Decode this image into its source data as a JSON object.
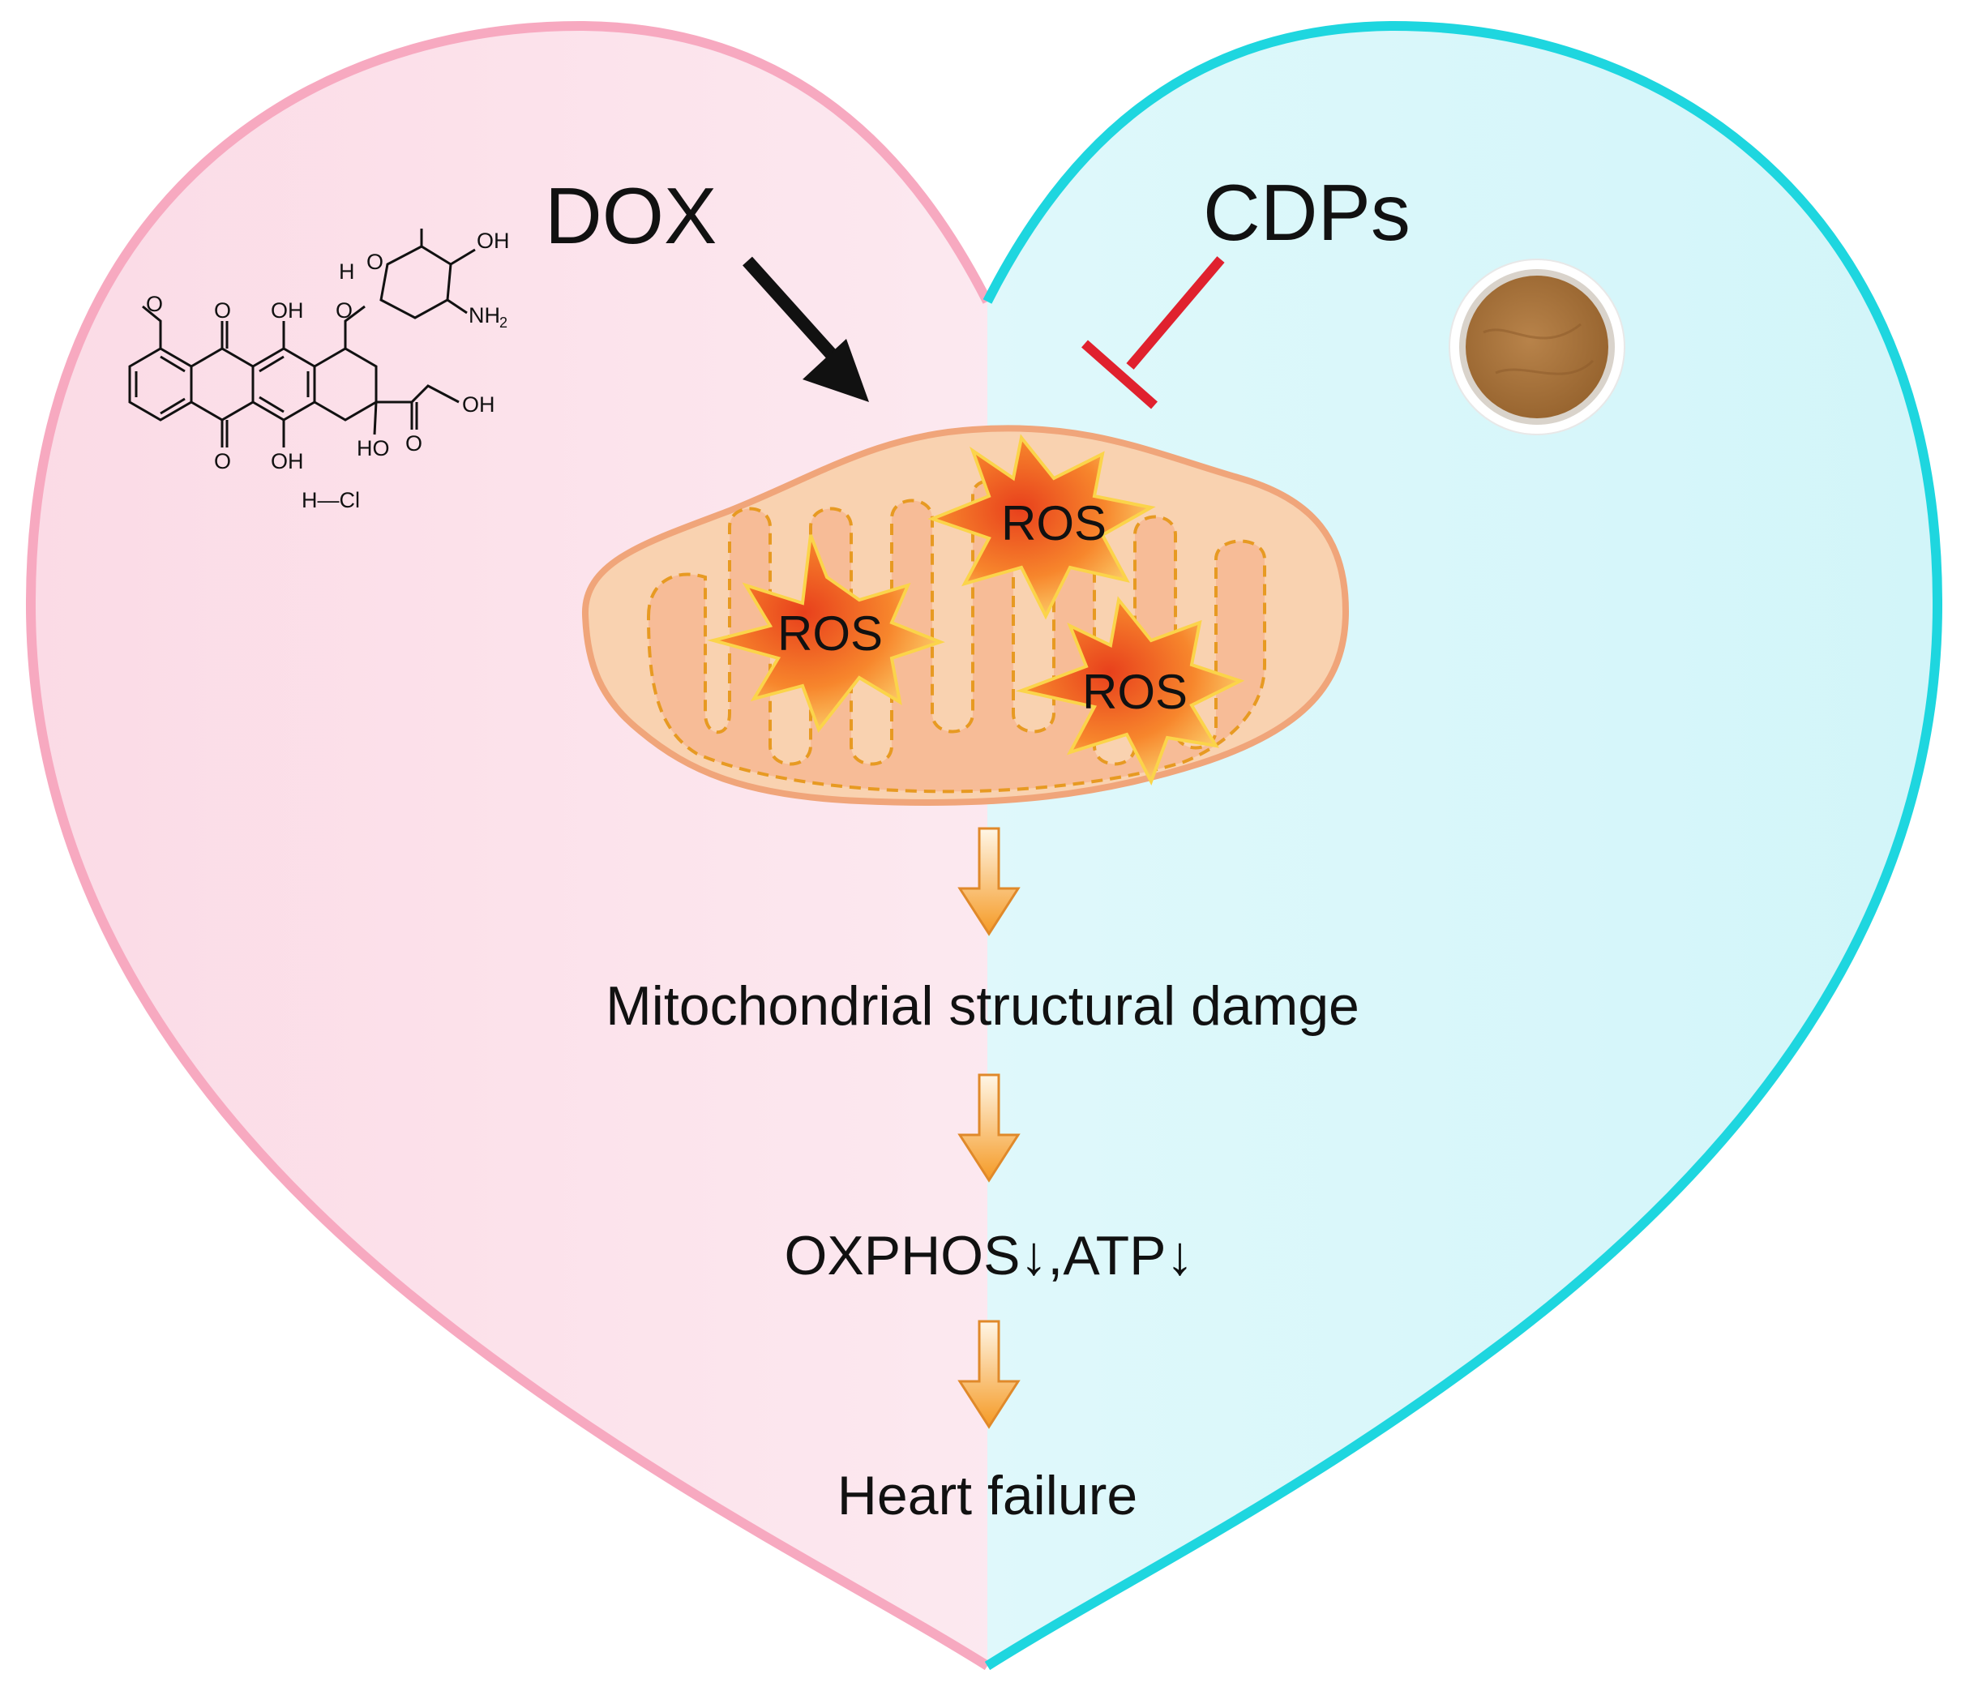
{
  "diagram": {
    "drug_label": "DOX",
    "protector_label": "CDPs",
    "ros_labels": [
      "ROS",
      "ROS",
      "ROS"
    ],
    "steps": [
      "Mitochondrial structural damge",
      "OXPHOS↓,ATP↓",
      "Heart failure"
    ],
    "chemical_structure": {
      "methoxy_O": "O",
      "ketone_top_O": "O",
      "ketone_bottom_O": "O",
      "phenol_top": "OH",
      "phenol_bottom": "OH",
      "sugar_ring_O": "O",
      "glycoside_O": "O",
      "sugar_H": "H",
      "sugar_OH": "OH",
      "sugar_amine": "NH",
      "sugar_amine_subscript": "2",
      "tertiary_OH": "HO",
      "side_chain_ketone_O": "O",
      "side_chain_OH": "OH",
      "salt": "H—Cl"
    },
    "colors": {
      "left_outline": "#f7a9c0",
      "right_outline": "#1ed6df",
      "left_fill": "#fde6ee",
      "right_fill": "#dcf8fb",
      "mito_outer": "#f9cfad",
      "mito_stroke": "#f0a57a",
      "mito_inner": "#f7bc97",
      "dashed_line": "#e79a22",
      "ros_star": "#f05a24",
      "ros_star_edge": "#fbd44a",
      "arrow_fill": "#f7a233",
      "inhibit_red": "#e0212e",
      "powder": "#b07a3e"
    }
  }
}
